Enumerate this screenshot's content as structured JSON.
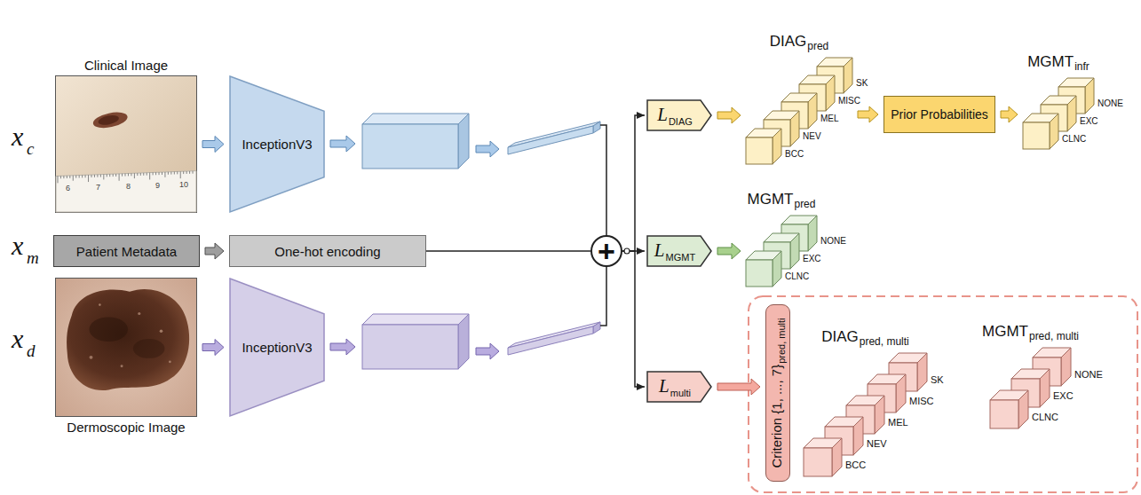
{
  "diagram": {
    "nodes": [
      {
        "text": [
          "Clinical Image"
        ]
      },
      {
        "text": [
          "InceptionV3"
        ]
      },
      {
        "text": [
          "Patient Metadata"
        ]
      },
      {
        "text": [
          "One-hot encoding"
        ]
      },
      {
        "text": [
          "Dermoscopic Image"
        ]
      },
      {
        "text": [
          "InceptionV3"
        ]
      },
      {
        "text": [
          "+"
        ]
      },
      {
        "text": [
          "L",
          "DIAG"
        ]
      },
      {
        "text": [
          "DIAG",
          "pred",
          "BCC",
          "NEV",
          "MEL",
          "MISC",
          "SK"
        ]
      },
      {
        "text": [
          "Prior Probabilities"
        ]
      },
      {
        "text": [
          "MGMT",
          "infr",
          "CLNC",
          "EXC",
          "NONE"
        ]
      },
      {
        "text": [
          "L",
          "MGMT"
        ]
      },
      {
        "text": [
          "MGMT",
          "pred",
          "CLNC",
          "EXC",
          "NONE"
        ]
      },
      {
        "text": [
          "L",
          "multi"
        ]
      },
      {
        "text": [
          "Criterion {1, ..., 7}",
          "pred, multi"
        ]
      },
      {
        "text": [
          "DIAG",
          "pred, multi",
          "BCC",
          "NEV",
          "MEL",
          "MISC",
          "SK"
        ]
      },
      {
        "text": [
          "MGMT",
          "pred, multi",
          "CLNC",
          "EXC",
          "NONE"
        ]
      }
    ],
    "edges": [
      {
        "from": 0,
        "to": 1,
        "arrow": "to"
      },
      {
        "from": 2,
        "to": 3,
        "arrow": "to"
      },
      {
        "from": 4,
        "to": 5,
        "arrow": "to"
      },
      {
        "from": 3,
        "to": 6,
        "arrow": "none"
      },
      {
        "from": 6,
        "to": 7,
        "arrow": "to"
      },
      {
        "from": 6,
        "to": 11,
        "arrow": "to"
      },
      {
        "from": 6,
        "to": 13,
        "arrow": "to"
      },
      {
        "from": 7,
        "to": 8,
        "arrow": "to"
      },
      {
        "from": 8,
        "to": 9,
        "arrow": "to"
      },
      {
        "from": 9,
        "to": 10,
        "arrow": "to"
      },
      {
        "from": 11,
        "to": 12,
        "arrow": "to"
      },
      {
        "from": 13,
        "to": 14,
        "arrow": "to"
      }
    ],
    "labels": [
      "x",
      "c",
      "x",
      "m",
      "x",
      "d",
      "6",
      "7",
      "8",
      "9",
      "10"
    ]
  }
}
